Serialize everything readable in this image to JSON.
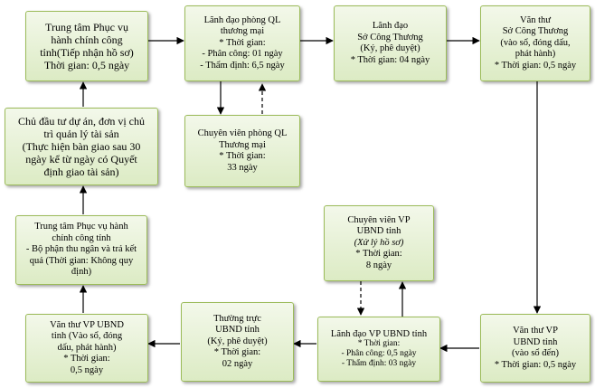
{
  "nodes": {
    "center_receive": {
      "lines": [
        "Trung tâm Phục vụ",
        "hành chính công",
        "tỉnh(Tiếp nhận hồ sơ)",
        "Thời gian: 0,5 ngày"
      ]
    },
    "dept_leader": {
      "lines": [
        "Lãnh đạo phòng QL",
        "thương mại",
        "* Thời gian:",
        "- Phân công: 01 ngày",
        "- Thẩm định: 6,5 ngày"
      ]
    },
    "industry_leader": {
      "lines": [
        "Lãnh đạo",
        "Sở Công Thương",
        "(Ký, phê duyệt)",
        "* Thời gian: 04 ngày"
      ]
    },
    "industry_clerk": {
      "lines": [
        "Văn thư",
        "Sở Công Thương",
        "(vào sổ, đóng dấu,",
        "phát hành)",
        "* Thời gian: 0,5 ngày"
      ]
    },
    "investor": {
      "lines": [
        "Chủ đầu tư dự án, đơn vị chủ",
        "trì quản lý tài sản",
        "(Thực hiện bàn giao sau 30",
        "ngày kể từ ngày có Quyết",
        "định giao tài sản)"
      ]
    },
    "dept_specialist": {
      "lines": [
        "Chuyên viên phòng QL",
        "Thương mại",
        "* Thời gian:",
        "33 ngày"
      ]
    },
    "center_return": {
      "lines": [
        "Trung tâm Phục vụ hành",
        "chính công tỉnh",
        "- Bộ phận thu ngân và trả kết",
        "quả (Thời gian: Không quy",
        "định)"
      ]
    },
    "ubnd_specialist": {
      "lines": [
        "Chuyên viên VP",
        "UBND tỉnh",
        "(Xử lý hồ sơ)",
        "* Thời gian:",
        "8 ngày"
      ]
    },
    "ubnd_clerk_issue": {
      "lines": [
        "Văn thư VP UBND",
        "tỉnh (Vào sổ, đóng",
        "dấu, phát hành)",
        "* Thời gian:",
        "0,5 ngày"
      ]
    },
    "ubnd_standing": {
      "lines": [
        "Thường trực",
        "UBND tỉnh",
        "(Ký, phê duyệt)",
        "* Thời gian:",
        "02 ngày"
      ]
    },
    "ubnd_office_leader": {
      "lines": [
        "Lãnh đạo VP UBND tỉnh",
        "* Thời gian:",
        "- Phân công: 0,5 ngày",
        "- Thẩm định: 03 ngày"
      ]
    },
    "ubnd_clerk_receive": {
      "lines": [
        "Văn thư VP",
        "UBND tỉnh",
        "(vào sổ đến)",
        "* Thời gian: 0,5 ngày"
      ]
    }
  },
  "colors": {
    "box_border": "#9bbb59",
    "box_fill_top": "#f3f8ea",
    "box_fill_bottom": "#dcebc4",
    "arrow": "#000000"
  }
}
